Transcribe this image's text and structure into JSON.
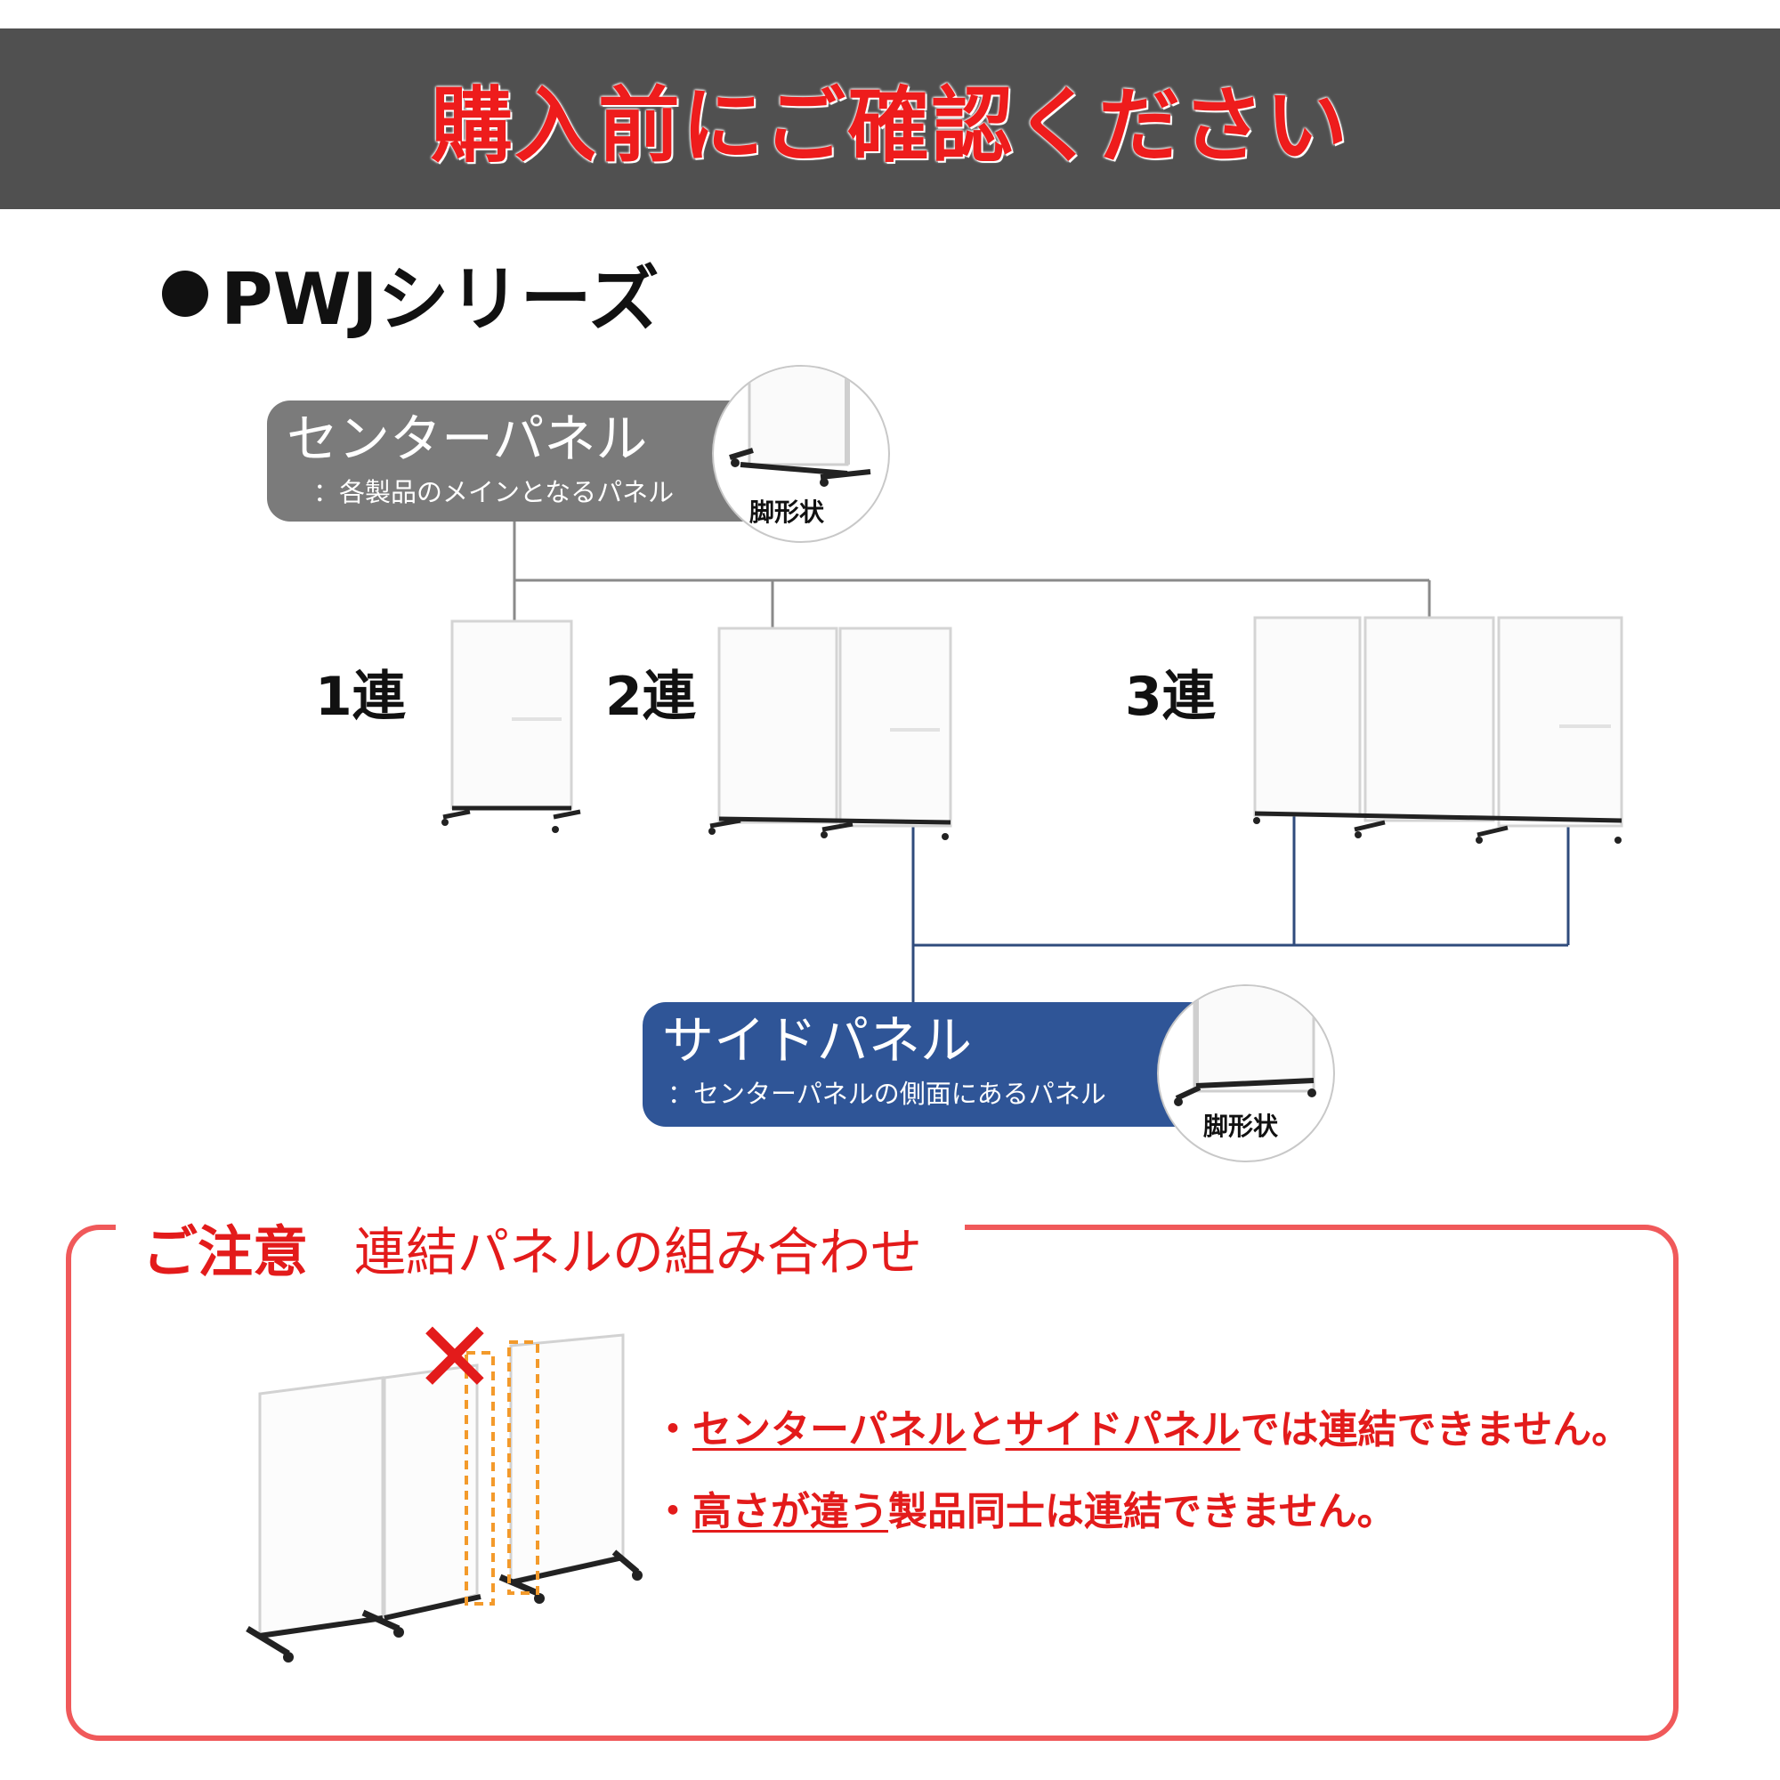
{
  "banner": {
    "title": "購入前にご確認ください"
  },
  "series": {
    "bullet": "●",
    "title": "PWJシリーズ"
  },
  "center_panel": {
    "title": "センターパネル",
    "subtitle": "：各製品のメインとなるパネル",
    "leg_label": "脚形状"
  },
  "side_panel": {
    "title": "サイドパネル",
    "subtitle": "：センターパネルの側面にあるパネル",
    "leg_label": "脚形状"
  },
  "configurations": [
    {
      "label": "1連"
    },
    {
      "label": "2連"
    },
    {
      "label": "3連"
    }
  ],
  "caution": {
    "label": "ご注意",
    "subtitle": "連結パネルの組み合わせ",
    "notes": [
      {
        "bullet": "・",
        "part1": "センターパネル",
        "joiner": "と",
        "part2": "サイドパネル",
        "rest": "では連結できません。"
      },
      {
        "bullet": "・",
        "part1": "高さが違う",
        "rest": "製品同士は連結できません。"
      }
    ],
    "mark": "✕"
  },
  "colors": {
    "banner_bg": "#505050",
    "alert_red": "#e31b1b",
    "center_tag": "#7b7b7b",
    "side_tag": "#2f5597",
    "side_line": "#2f4b7c",
    "center_line": "#8a8a8a",
    "caution_border": "#f0595a",
    "dashed_orange": "#f39a2b"
  }
}
